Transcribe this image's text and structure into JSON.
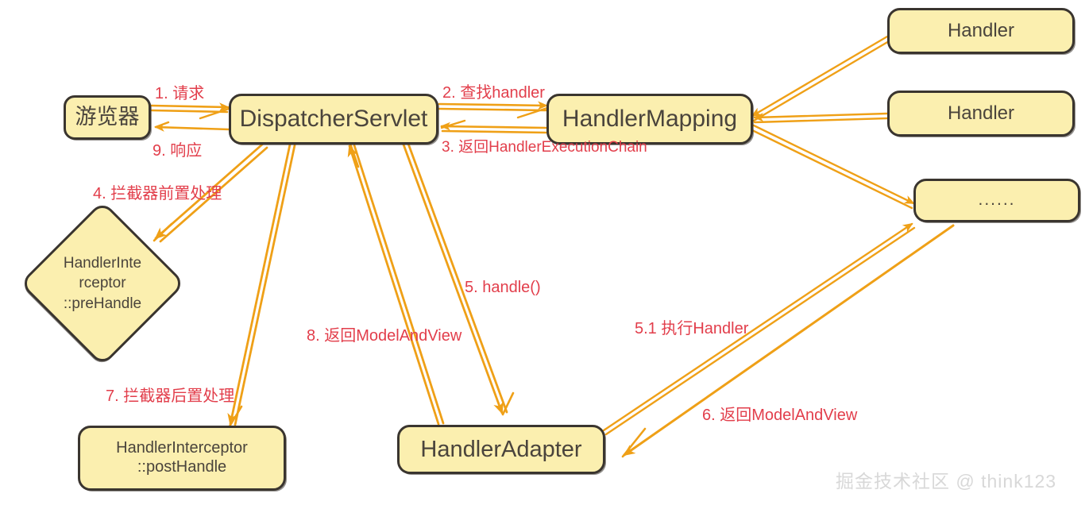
{
  "diagram": {
    "title": "Spring MVC DispatcherServlet request flow",
    "colors": {
      "node_fill": "#FBEFAF",
      "node_stroke": "#3A352F",
      "arrow": "#EFA017",
      "label_text": "#E23E4B",
      "watermark": "#D8D8D8",
      "background": "#FFFFFF"
    },
    "nodes": [
      {
        "id": "browser",
        "label": "游览器"
      },
      {
        "id": "dispatcher",
        "label": "DispatcherServlet"
      },
      {
        "id": "mapping",
        "label": "HandlerMapping"
      },
      {
        "id": "handler1",
        "label": "Handler"
      },
      {
        "id": "handler2",
        "label": "Handler"
      },
      {
        "id": "handlerdots",
        "label": "......"
      },
      {
        "id": "prehandle",
        "label": "HandlerInte\nrceptor\n::preHandle"
      },
      {
        "id": "posthandle",
        "label": "HandlerInterceptor\n::postHandle"
      },
      {
        "id": "adapter",
        "label": "HandlerAdapter"
      }
    ],
    "edges": [
      {
        "id": "e1",
        "label": "1. 请求",
        "from": "browser",
        "to": "dispatcher"
      },
      {
        "id": "e2",
        "label": "2. 查找handler",
        "from": "dispatcher",
        "to": "mapping"
      },
      {
        "id": "e3",
        "label": "3. 返回HandlerExecutionChain",
        "from": "mapping",
        "to": "dispatcher"
      },
      {
        "id": "e4",
        "label": "4. 拦截器前置处理",
        "from": "dispatcher",
        "to": "prehandle"
      },
      {
        "id": "e5",
        "label": "5. handle()",
        "from": "dispatcher",
        "to": "adapter"
      },
      {
        "id": "e51",
        "label": "5.1 执行Handler",
        "from": "adapter",
        "to": "handlerdots"
      },
      {
        "id": "e6",
        "label": "6. 返回ModelAndView",
        "from": "handlerdots",
        "to": "adapter"
      },
      {
        "id": "e7",
        "label": "7. 拦截器后置处理",
        "from": "dispatcher",
        "to": "posthandle"
      },
      {
        "id": "e8",
        "label": "8. 返回ModelAndView",
        "from": "adapter",
        "to": "dispatcher"
      },
      {
        "id": "e9",
        "label": "9. 响应",
        "from": "dispatcher",
        "to": "browser"
      }
    ],
    "watermark": "掘金技术社区 @ think123"
  }
}
